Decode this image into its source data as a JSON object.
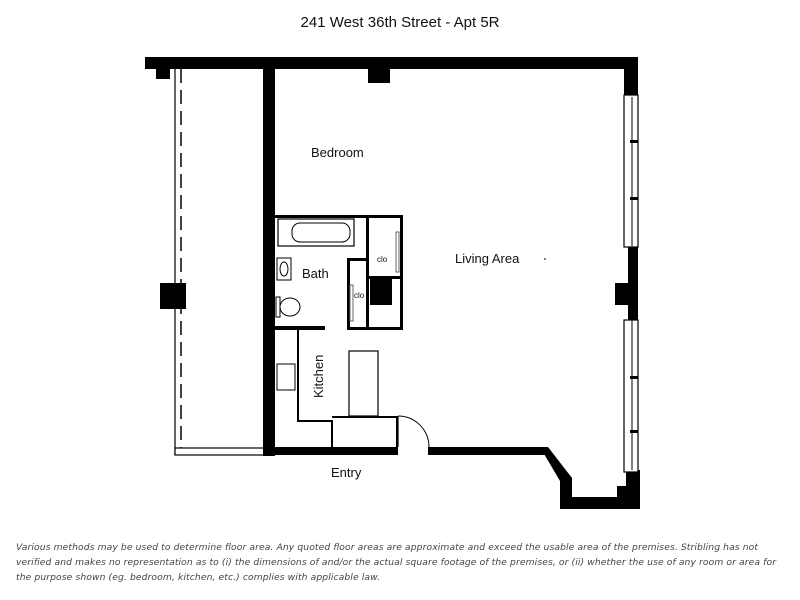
{
  "title": "241 West 36th Street - Apt 5R",
  "rooms": {
    "bedroom": "Bedroom",
    "living": "Living Area",
    "bath": "Bath",
    "kitchen": "Kitchen",
    "entry": "Entry",
    "closet_upper": "clo",
    "closet_lower": "clo"
  },
  "disclaimer": "Various methods may be used to determine floor area. Any quoted floor areas are approximate and exceed the usable area of the premises. Stribling has not verified and makes no representation as to (i) the dimensions of and/or the actual square footage of the premises, or (ii) whether the use of any room or area for the purpose shown (eg. bedroom, kitchen, etc.) complies with applicable law."
}
